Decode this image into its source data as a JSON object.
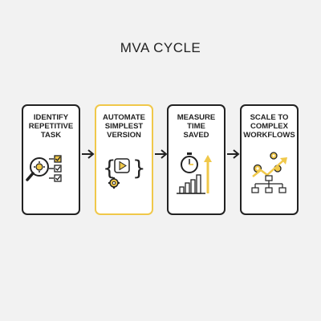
{
  "diagram": {
    "title": "MVA CYCLE",
    "steps": [
      {
        "label": "IDENTIFY\nREPETITIVE\nTASK",
        "icon": "magnifier-checklist-icon"
      },
      {
        "label": "AUTOMATE\nSIMPLEST\nVERSION",
        "icon": "code-play-gear-icon"
      },
      {
        "label": "MEASURE\nTIME\nSAVED",
        "icon": "stopwatch-barchart-icon"
      },
      {
        "label": "SCALE TO\nCOMPLEX\nWORKFLOWS",
        "icon": "gears-growth-hierarchy-icon"
      }
    ],
    "colors": {
      "accent": "#f0c84a",
      "stroke": "#222222",
      "background": "#f2f2f2"
    }
  }
}
